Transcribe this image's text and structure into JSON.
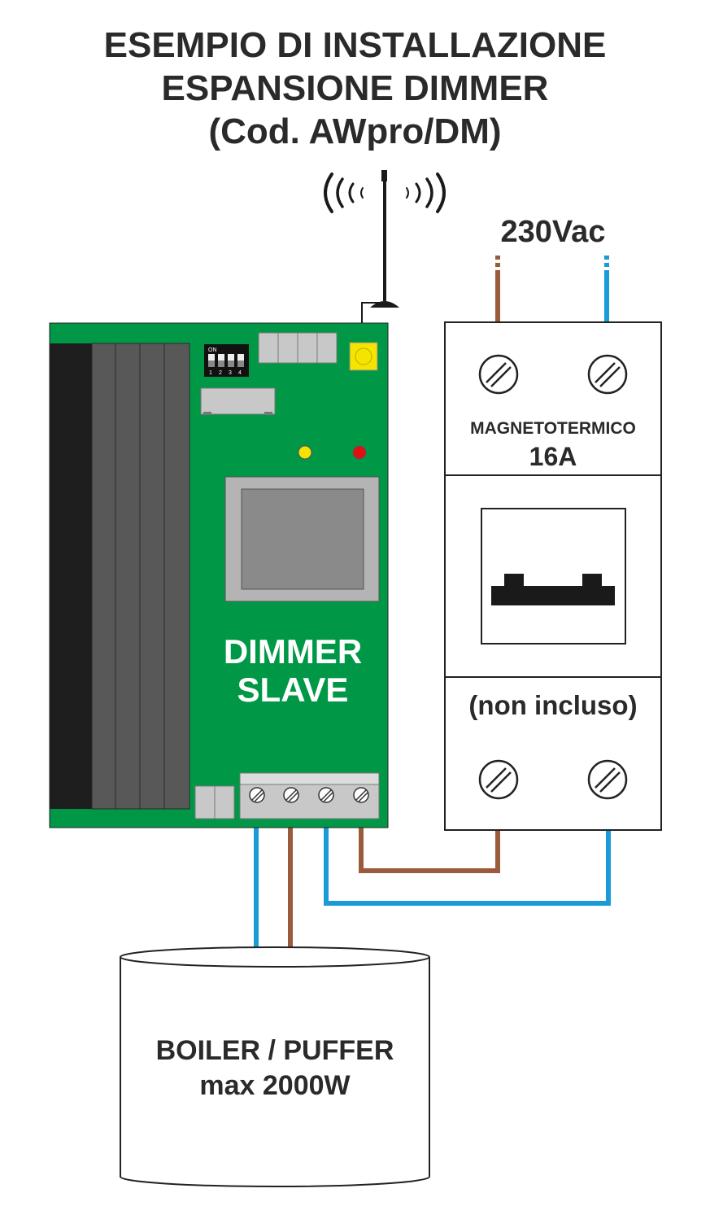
{
  "title": {
    "line1": "ESEMPIO DI INSTALLAZIONE",
    "line2": "ESPANSIONE DIMMER",
    "line3": "(Cod. AWpro/DM)"
  },
  "supply": {
    "label": "230Vac"
  },
  "breaker": {
    "label": "MAGNETOTERMICO",
    "rating": "16A",
    "note": "(non incluso)"
  },
  "dimmer": {
    "line1": "DIMMER",
    "line2": "SLAVE",
    "dip_switch": {
      "on_label": "ON",
      "positions": [
        "1",
        "2",
        "3",
        "4"
      ]
    },
    "leds": [
      {
        "color": "#f5e400"
      },
      {
        "color": "#e01010"
      }
    ]
  },
  "load": {
    "line1": "BOILER / PUFFER",
    "line2": "max 2000W"
  },
  "colors": {
    "pcb_green": "#009846",
    "wire_brown": "#9a5a3c",
    "wire_blue": "#1a9ad6",
    "heatsink_dark": "#1e1e1e",
    "heatsink_fin": "#585858",
    "terminal_grey": "#c8c8c8",
    "transformer_grey": "#8a8a8a",
    "antenna_pad": "#f5e400"
  }
}
